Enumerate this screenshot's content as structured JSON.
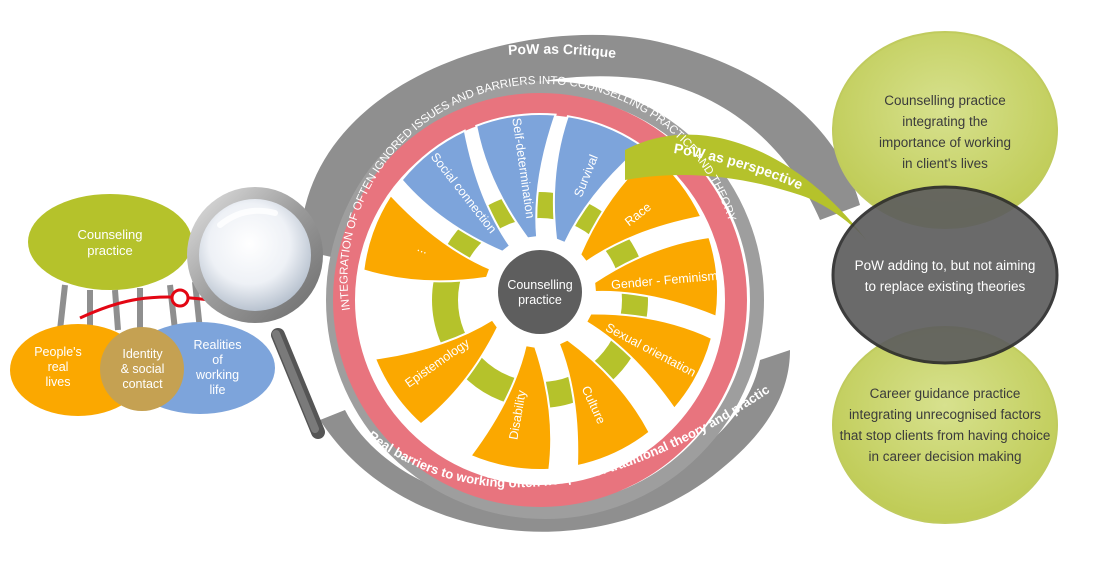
{
  "colors": {
    "orange": "#FBA800",
    "blue": "#7DA4DB",
    "lime": "#B5C22B",
    "light_lime": "#CDD87E",
    "grey_ring": "#8F8F8F",
    "dark_grey": "#5E5E5E",
    "pink": "#E8747E",
    "overlap_tan": "#C5A152"
  },
  "left_cluster": {
    "counseling_practice": "Counseling\npractice",
    "peoples_real_lives": "People's\nreal\nlives",
    "identity_social_contact": "Identity\n& social\ncontact",
    "realities_of_working_life": "Realities\nof\nworking\nlife",
    "magnifier_icon": "magnifying-glass"
  },
  "outer_arcs": {
    "critique": "PoW as Critique",
    "perspective": "PoW as perspective",
    "bottom_banner": "Real barriers to working often not part of traditional theory and practice"
  },
  "pink_ring_text": "INTEGRATION OF OFTEN IGNORED ISSUES AND BARRIERS INTO COUNSELLING PRACTICE AND THEORY",
  "center": "Counselling\npractice",
  "spokes": {
    "blue": [
      "Social connection",
      "Self-determination",
      "Survival"
    ],
    "orange": [
      "Race",
      "Gender - Feminism",
      "Sexual orientation",
      "Culture",
      "Disability",
      "Epistemology",
      "..."
    ]
  },
  "right_column": {
    "top": "Counselling practice\nintegrating the\nimportance of working\nin client's lives",
    "middle": "PoW adding to, but not aiming\nto replace existing theories",
    "bottom": "Career guidance practice\nintegrating unrecognised factors\nthat stop clients from having choice\nin career decision making"
  }
}
